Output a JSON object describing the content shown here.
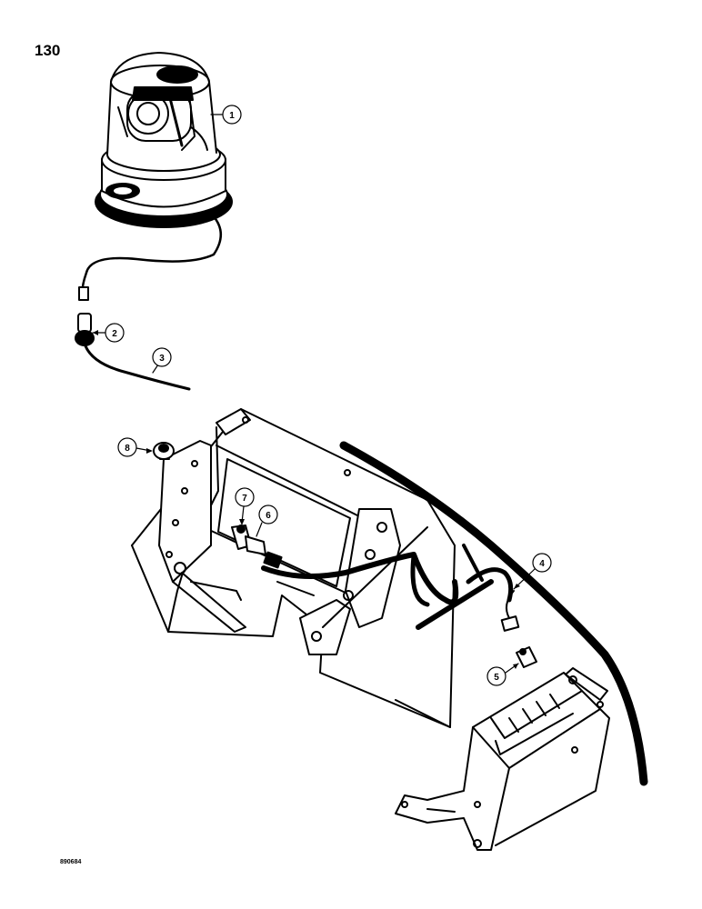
{
  "page_number": "130",
  "figure_code": "890684",
  "callouts": [
    "1",
    "2",
    "3",
    "4",
    "5",
    "6",
    "7",
    "8"
  ]
}
